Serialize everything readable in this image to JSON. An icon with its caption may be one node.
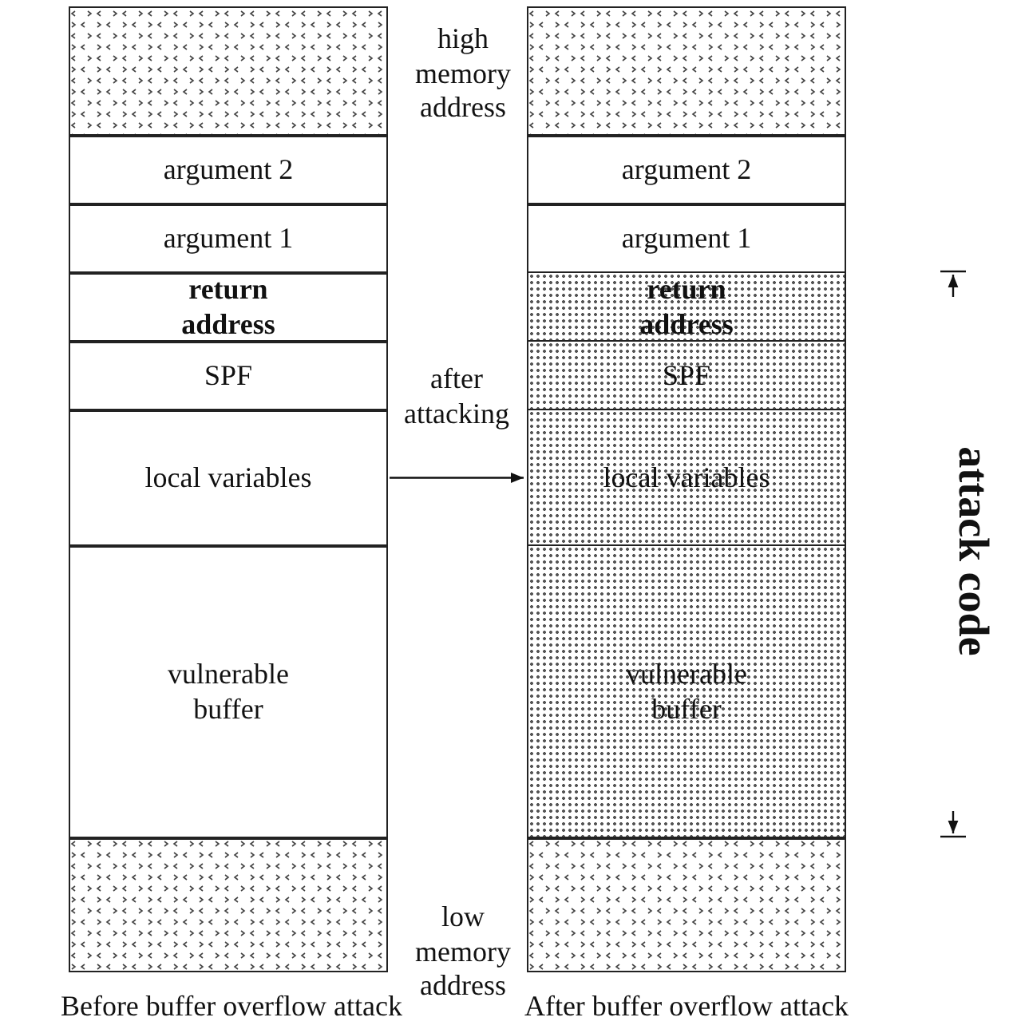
{
  "diagram": {
    "nodes": [
      {
        "text": [],
        "shape": "box"
      },
      {
        "text": [
          "argument 2"
        ]
      },
      {
        "text": [
          "argument 1"
        ]
      },
      {
        "text": [
          "return address"
        ]
      },
      {
        "text": [
          "SPF"
        ]
      },
      {
        "text": [
          "local variables"
        ]
      },
      {
        "text": [
          "vulnerable buffer"
        ]
      },
      {
        "text": [],
        "shape": "box"
      },
      {
        "text": [],
        "shape": "box"
      },
      {
        "text": [
          "argument 2"
        ]
      },
      {
        "text": [
          "argument 1"
        ]
      },
      {
        "text": [
          "return address"
        ]
      },
      {
        "text": [
          "SPF"
        ]
      },
      {
        "text": [
          "local variables"
        ]
      },
      {
        "text": [
          "vulnerable buffer"
        ]
      },
      {
        "text": [],
        "shape": "box"
      }
    ],
    "edges": [
      {
        "from": 5,
        "to": 13,
        "arrow": "to",
        "label": "after attacking"
      }
    ],
    "labels": [
      "high memory address",
      "attack code",
      "low memory address",
      "Before buffer overflow attack",
      "After buffer overflow attack"
    ]
  }
}
